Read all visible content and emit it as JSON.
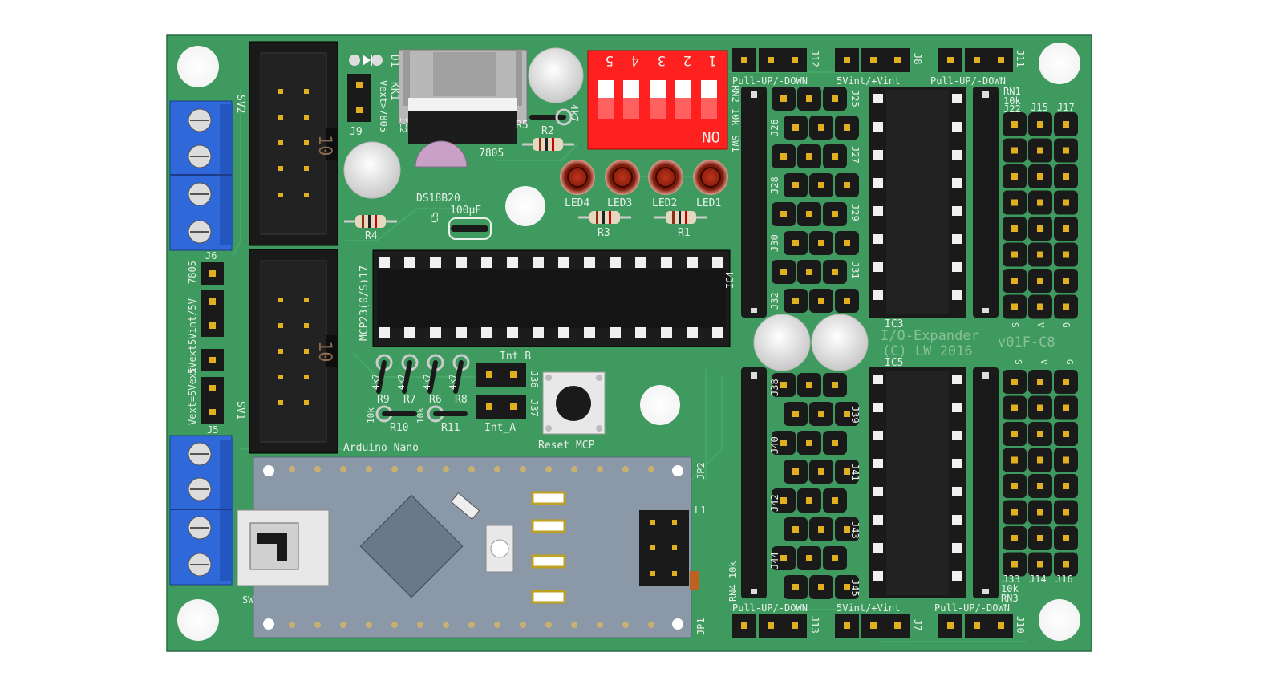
{
  "colors": {
    "pcb": "#3e9a5e",
    "pcb_edge": "#2f7e4a",
    "silk": "#e8f0e8",
    "terminal": "#2f68d8",
    "dip_switch": "#ff2020",
    "header_black": "#1a1a1a",
    "pin_gold": "#e0b020",
    "nano_board": "#8a98a8",
    "ic_body": "#1c1c1c"
  },
  "labels": {
    "sv2": "SV2",
    "sv1": "SV1",
    "ten_top": "10",
    "ten_bottom": "10",
    "d1": "D1",
    "kk1": "KK1",
    "vext_7805": "Vext>7805",
    "j9": "J9",
    "ic2": "IC2",
    "reg": "7805",
    "r5": "R5",
    "r5_val": "4k7",
    "r2": "R2",
    "ds18b20": "DS18B20",
    "r4": "R4",
    "c5": "C5",
    "c5_val": "100µF",
    "dip_nums": [
      "5",
      "4",
      "3",
      "2",
      "1"
    ],
    "dip_on": "ON",
    "sw1": "SW1",
    "led4": "LED4",
    "led3": "LED3",
    "led2": "LED2",
    "led1": "LED1",
    "r3": "R3",
    "r1": "R1",
    "rn2": "RN2 10k",
    "pu_top_left": "Pull-UP/-DOWN",
    "vint_top": "5Vint/+Vint",
    "pu_top_right": "Pull-UP/-DOWN",
    "j12": "J12",
    "j8": "J8",
    "j11": "J11",
    "rn1": "RN1",
    "rn1_val": "10k",
    "j22": "J22",
    "j15": "J15",
    "j17": "J17",
    "j25": "J25",
    "j26": "J26",
    "j27": "J27",
    "j28": "J28",
    "j29": "J29",
    "j30": "J30",
    "j31": "J31",
    "j32": "J32",
    "ic3": "IC3",
    "ic4": "IC4",
    "mcp": "MCP23(0/S)17",
    "io_expander": "I/O-Expander",
    "version": "v01F-C8",
    "copyright": "(C) LW 2016",
    "ic5": "IC5",
    "col_labels": [
      "S",
      "V",
      "G"
    ],
    "j38": "J38",
    "j39": "J39",
    "j40": "J40",
    "j41": "J41",
    "j42": "J42",
    "j43": "J43",
    "j44": "J44",
    "j45": "J45",
    "rn4": "RN4 10k",
    "rn3": "RN3",
    "rn3_val": "10k",
    "j33": "J33",
    "j14": "J14",
    "j16": "J16",
    "pu_bot_left": "Pull-UP/-DOWN",
    "vint_bot": "5Vint/+Vint",
    "pu_bot_right": "Pull-UP/-DOWN",
    "j13": "J13",
    "j7": "J7",
    "j10": "J10",
    "j6": "J6",
    "j6_side": "7805",
    "vint5v": "5Vint/5V",
    "vext5v": "5Vext",
    "vext_5vext": "Vext=5Vext",
    "j5": "J5",
    "sw": "SW",
    "r9": "R9",
    "r7": "R7",
    "r6": "R6",
    "r8": "R8",
    "r9_val": "4k7",
    "r7_val": "4k7",
    "r6_val": "4k7",
    "r8_val": "4k7",
    "r10": "R10",
    "r11": "R11",
    "r10_val": "10k",
    "r11_val": "10k",
    "int_b": "Int B",
    "int_a": "Int_A",
    "j36": "J36",
    "j37": "J37",
    "reset_mcp": "Reset MCP",
    "arduino_nano": "Arduino Nano",
    "jp1": "JP1",
    "jp2": "JP2",
    "l1": "L1"
  }
}
